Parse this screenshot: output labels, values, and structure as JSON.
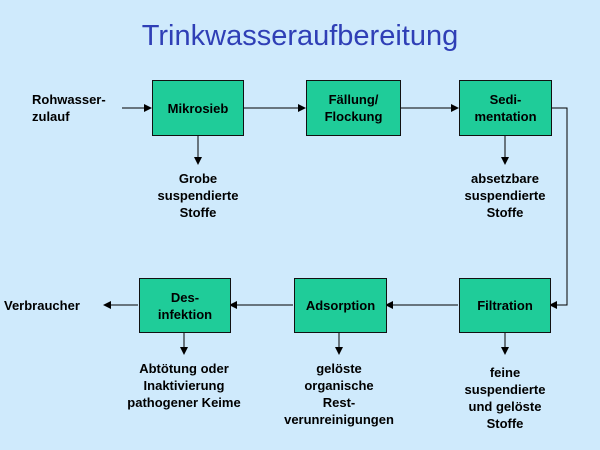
{
  "title": "Trinkwasseraufbereitung",
  "input": "Rohwasser-\nzulauf",
  "output": "Verbraucher",
  "steps": [
    {
      "label": "Mikrosieb",
      "removed": "Grobe\nsuspendierte\nStoffe"
    },
    {
      "label": "Fällung/\nFlockung",
      "removed": ""
    },
    {
      "label": "Sedi-\nmentation",
      "removed": "absetzbare\nsuspendierte\nStoffe"
    },
    {
      "label": "Filtration",
      "removed": "feine\nsuspendierte\nund gelöste\nStoffe"
    },
    {
      "label": "Adsorption",
      "removed": "gelöste\norganische\nRest-\nverunreinigungen"
    },
    {
      "label": "Des-\ninfektion",
      "removed": "Abtötung oder\nInaktivierung\npathogener Keime"
    }
  ],
  "colors": {
    "box": "#1fcc99",
    "background": "#cfeafc",
    "title": "#2f3fb6"
  }
}
